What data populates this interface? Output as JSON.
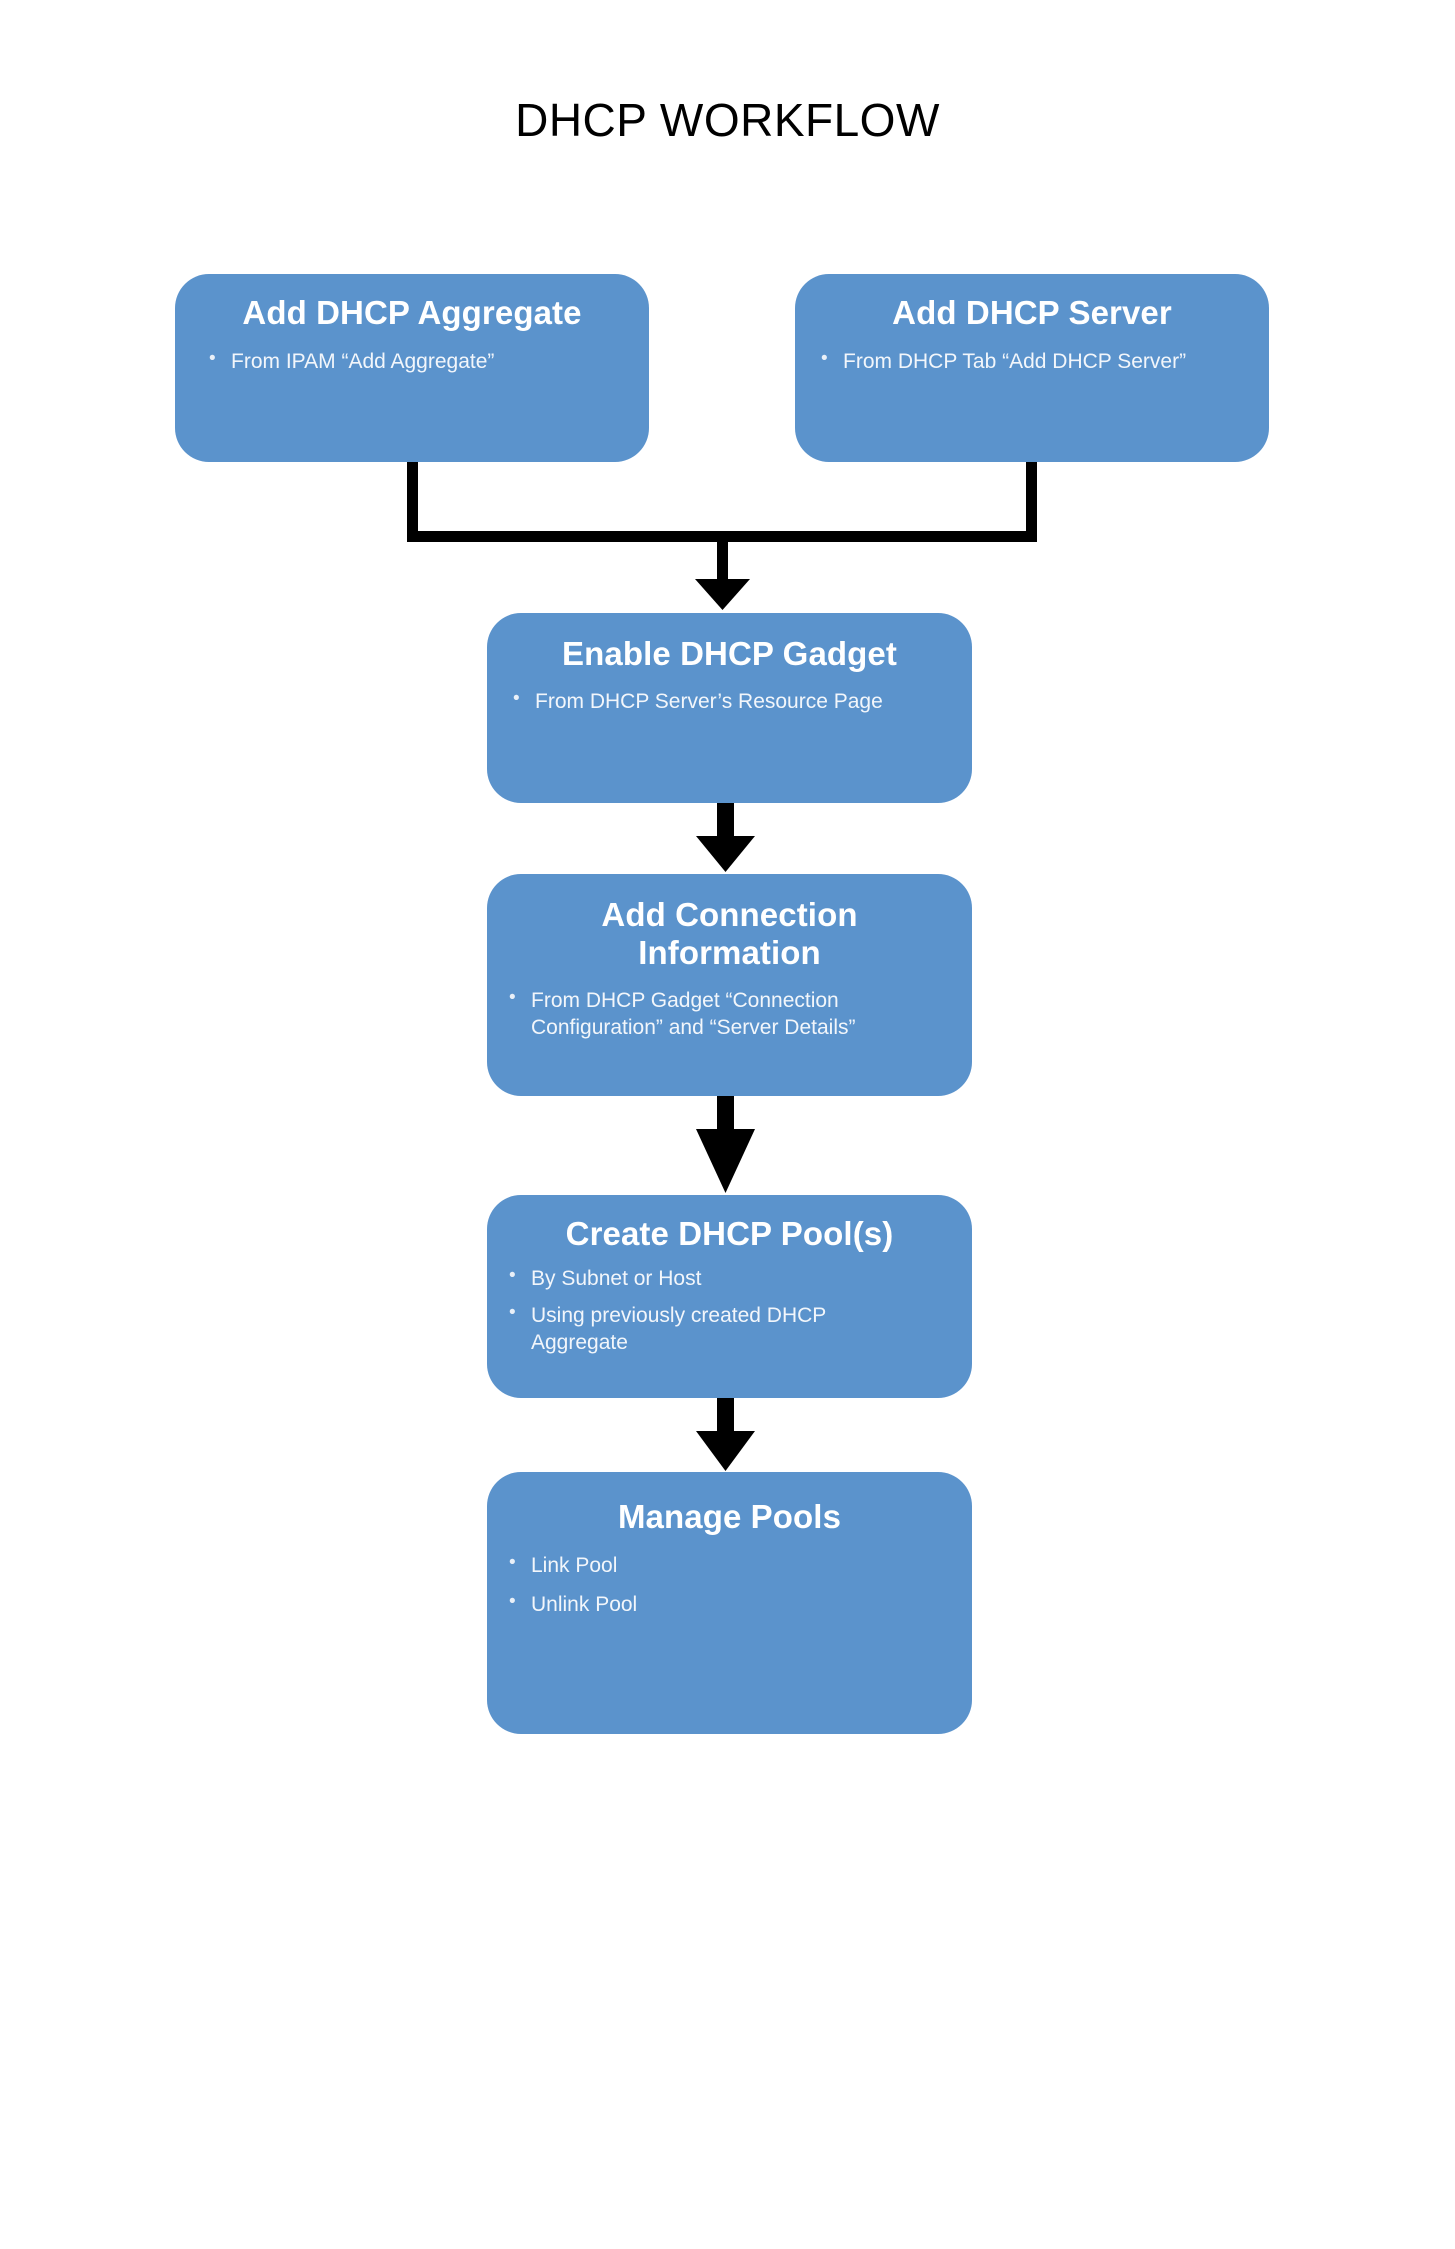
{
  "title": "DHCP WORKFLOW",
  "theme": {
    "node_fill": "#5b93cc",
    "node_text": "#ffffff",
    "bullet_text": "#f2f6fb",
    "connector": "#000000",
    "background": "#ffffff"
  },
  "nodes": [
    {
      "id": "add-aggregate",
      "title": "Add DHCP Aggregate",
      "bullets": [
        "From  IPAM “Add Aggregate”"
      ]
    },
    {
      "id": "add-server",
      "title": "Add DHCP Server",
      "bullets": [
        "From  DHCP Tab “Add DHCP Server”"
      ]
    },
    {
      "id": "enable-gadget",
      "title": "Enable DHCP Gadget",
      "bullets": [
        "From  DHCP Server’s Resource Page"
      ]
    },
    {
      "id": "add-connection",
      "title": "Add Connection Information",
      "bullets": [
        "From  DHCP Gadget “Connection Configuration” and “Server Details”"
      ]
    },
    {
      "id": "create-pools",
      "title": "Create DHCP Pool(s)",
      "bullets": [
        "By Subnet or Host",
        "Using previously created DHCP Aggregate"
      ]
    },
    {
      "id": "manage-pools",
      "title": "Manage Pools",
      "bullets": [
        "Link Pool",
        "Unlink Pool"
      ]
    }
  ],
  "connectors": [
    {
      "id": "merge-to-enable-gadget",
      "from": [
        "add-aggregate",
        "add-server"
      ],
      "to": "enable-gadget",
      "style": "merge-arrow"
    },
    {
      "id": "enable-gadget-to-add-connection",
      "from": [
        "enable-gadget"
      ],
      "to": "add-connection",
      "style": "arrow"
    },
    {
      "id": "add-connection-to-create-pools",
      "from": [
        "add-connection"
      ],
      "to": "create-pools",
      "style": "arrow"
    },
    {
      "id": "create-pools-to-manage-pools",
      "from": [
        "create-pools"
      ],
      "to": "manage-pools",
      "style": "arrow"
    }
  ]
}
